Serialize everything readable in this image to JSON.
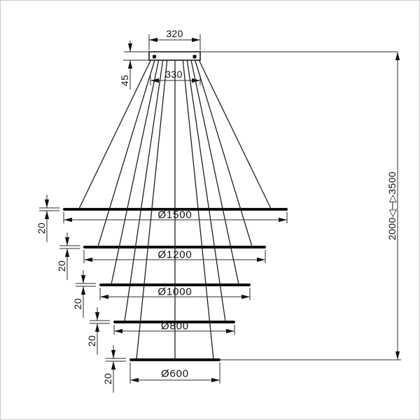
{
  "drawing": {
    "background_color": "#ffffff",
    "line_color": "#222222",
    "canopy": {
      "width_label": "320",
      "cable_spread_label": "330",
      "height_label": "45"
    },
    "suspension": {
      "min_label": "2000",
      "range_arrow": "◁─▷",
      "max_label": "3500"
    },
    "rings": [
      {
        "diameter_label": "Ø1500",
        "thickness_label": "20"
      },
      {
        "diameter_label": "Ø1200",
        "thickness_label": "20"
      },
      {
        "diameter_label": "Ø1000",
        "thickness_label": "20"
      },
      {
        "diameter_label": "Ø800",
        "thickness_label": "20"
      },
      {
        "diameter_label": "Ø600",
        "thickness_label": "20"
      }
    ]
  }
}
